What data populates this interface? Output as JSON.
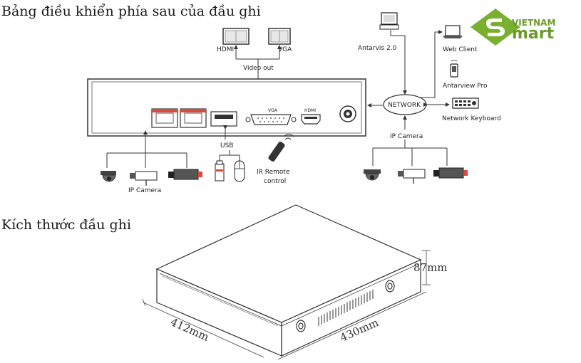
{
  "headings": {
    "rear_panel": "Bảng điều khiển phía sau của đầu ghi",
    "dimensions": "Kích thước đầu ghi"
  },
  "logo": {
    "line1": "VIETNAM",
    "line2": "mart",
    "accent_color": "#7ab030"
  },
  "rear_diagram": {
    "hdmi_monitor": "HDMI",
    "vga_monitor": "VGA",
    "video_out": "Video out",
    "port_vga": "VGA",
    "port_hdmi": "HDMI",
    "usb": "USB",
    "ir_remote_line1": "IR Remote",
    "ir_remote_line2": "control",
    "ip_camera_left": "IP Camera",
    "ip_camera_right": "IP Camera",
    "network": "NETWORK",
    "antarvis": "Antarvis 2.0",
    "web_client": "Web Client",
    "antarview": "Antarview Pro",
    "network_keyboard": "Network Keyboard"
  },
  "dimensions": {
    "depth": "412mm",
    "width": "430mm",
    "height": "87mm"
  }
}
